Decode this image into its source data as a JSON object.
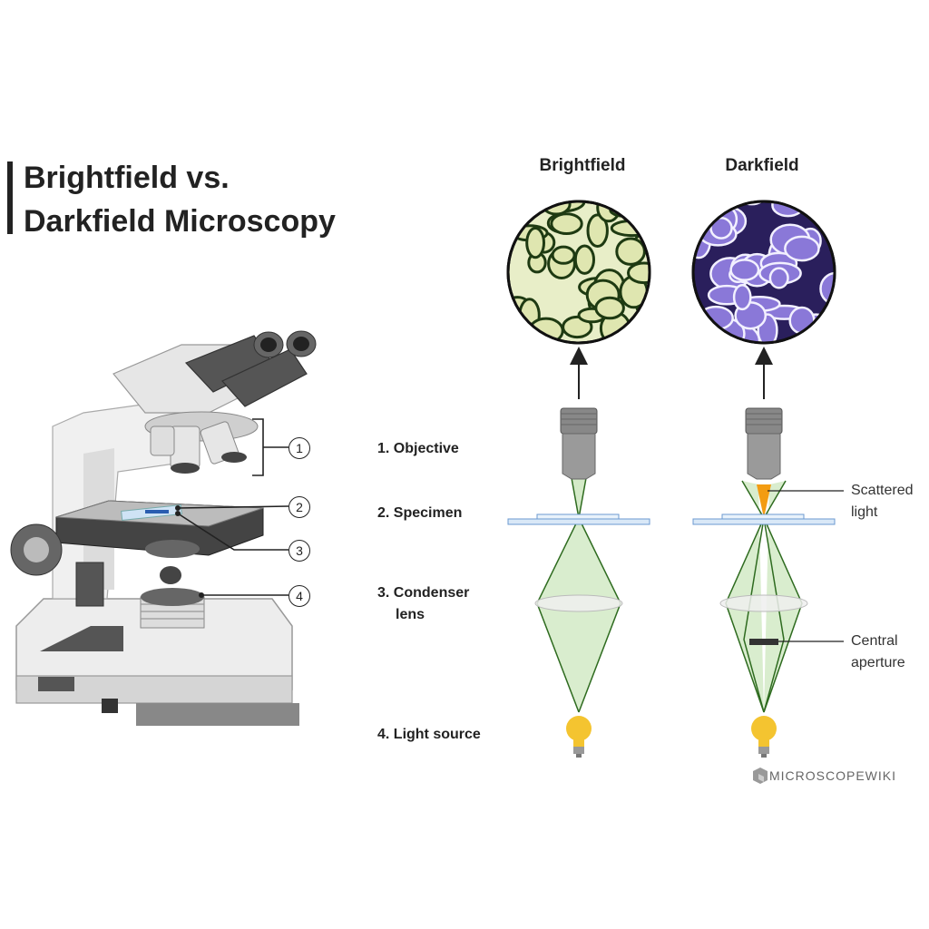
{
  "title": {
    "line1": "Brightfield vs.",
    "line2": "Darkfield Microscopy"
  },
  "columns": {
    "brightfield": "Brightfield",
    "darkfield": "Darkfield"
  },
  "parts": [
    {
      "label": "1. Objective"
    },
    {
      "label": "2. Specimen"
    },
    {
      "label": "3. Condenser",
      "label2": "lens"
    },
    {
      "label": "4. Light source"
    }
  ],
  "annotations": {
    "scattered_line1": "Scattered",
    "scattered_line2": "light",
    "aperture_line1": "Central",
    "aperture_line2": "aperture"
  },
  "callouts": [
    "1",
    "2",
    "3",
    "4"
  ],
  "brand": {
    "text": "MICROSCOPEWIKI",
    "icon": "hexagon-logo-icon"
  },
  "colors": {
    "light_cone": "#cfe8c2",
    "cone_edge": "#2e6b1f",
    "bulb": "#f4c430",
    "scattered": "#f39c12",
    "objective": "#9a9a9a",
    "slide": "#d9e8f7",
    "brightfield_bg": "#e8eec8",
    "darkfield_bg": "#2a1f5c"
  }
}
